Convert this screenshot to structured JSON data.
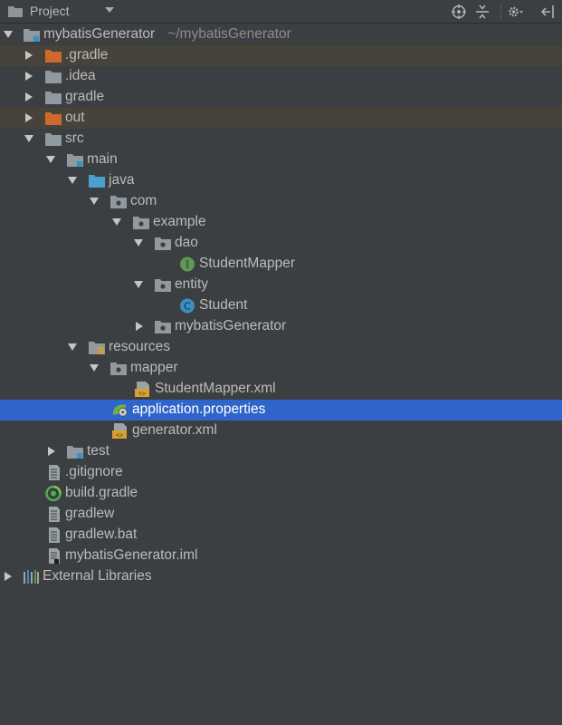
{
  "header": {
    "title": "Project",
    "tools": [
      "target-icon",
      "collapse-icon",
      "gear-icon",
      "hide-icon"
    ]
  },
  "tree": [
    {
      "label": "mybatisGenerator",
      "hint": "~/mybatisGenerator",
      "icon": "module-folder-icon",
      "expand": "down",
      "state": "normal"
    },
    {
      "label": ".gradle",
      "icon": "excluded-folder-icon",
      "expand": "right",
      "state": "excluded"
    },
    {
      "label": ".idea",
      "icon": "folder-icon",
      "expand": "right",
      "state": "normal"
    },
    {
      "label": "gradle",
      "icon": "folder-icon",
      "expand": "right",
      "state": "normal"
    },
    {
      "label": "out",
      "icon": "excluded-folder-icon",
      "expand": "right",
      "state": "excluded"
    },
    {
      "label": "src",
      "icon": "folder-icon",
      "expand": "down",
      "state": "normal"
    },
    {
      "label": "main",
      "icon": "module-folder-icon",
      "expand": "down",
      "state": "normal"
    },
    {
      "label": "java",
      "icon": "source-folder-icon",
      "expand": "down",
      "state": "normal"
    },
    {
      "label": "com",
      "icon": "package-icon",
      "expand": "down",
      "state": "normal"
    },
    {
      "label": "example",
      "icon": "package-icon",
      "expand": "down",
      "state": "normal"
    },
    {
      "label": "dao",
      "icon": "package-icon",
      "expand": "down",
      "state": "normal"
    },
    {
      "label": "StudentMapper",
      "icon": "interface-icon",
      "expand": "none",
      "state": "normal"
    },
    {
      "label": "entity",
      "icon": "package-icon",
      "expand": "down",
      "state": "normal"
    },
    {
      "label": "Student",
      "icon": "class-icon",
      "expand": "none",
      "state": "normal"
    },
    {
      "label": "mybatisGenerator",
      "icon": "package-icon",
      "expand": "right",
      "state": "normal"
    },
    {
      "label": "resources",
      "icon": "resources-folder-icon",
      "expand": "down",
      "state": "normal"
    },
    {
      "label": "mapper",
      "icon": "package-icon",
      "expand": "down",
      "state": "normal"
    },
    {
      "label": "StudentMapper.xml",
      "icon": "xml-file-icon",
      "expand": "none",
      "state": "normal"
    },
    {
      "label": "application.properties",
      "icon": "spring-properties-icon",
      "expand": "none",
      "state": "selected"
    },
    {
      "label": "generator.xml",
      "icon": "xml-file-icon",
      "expand": "none",
      "state": "normal"
    },
    {
      "label": "test",
      "icon": "module-folder-icon",
      "expand": "right",
      "state": "normal"
    },
    {
      "label": ".gitignore",
      "icon": "text-file-icon",
      "expand": "none",
      "state": "normal"
    },
    {
      "label": "build.gradle",
      "icon": "gradle-icon",
      "expand": "none",
      "state": "normal"
    },
    {
      "label": "gradlew",
      "icon": "text-file-icon",
      "expand": "none",
      "state": "normal"
    },
    {
      "label": "gradlew.bat",
      "icon": "text-file-icon",
      "expand": "none",
      "state": "normal"
    },
    {
      "label": "mybatisGenerator.iml",
      "icon": "iml-file-icon",
      "expand": "none",
      "state": "normal"
    },
    {
      "label": "External Libraries",
      "icon": "libraries-icon",
      "expand": "right",
      "state": "normal"
    }
  ]
}
